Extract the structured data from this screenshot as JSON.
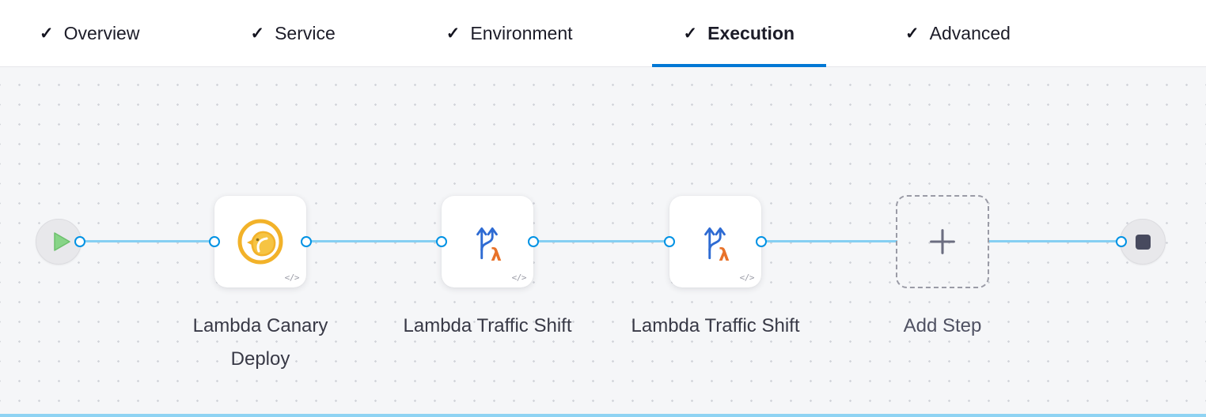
{
  "header": {
    "check_glyph": "✓",
    "tabs": [
      {
        "label": "Overview",
        "state": "completed"
      },
      {
        "label": "Service",
        "state": "completed"
      },
      {
        "label": "Environment",
        "state": "completed"
      },
      {
        "label": "Execution",
        "state": "active"
      },
      {
        "label": "Advanced",
        "state": "completed"
      }
    ],
    "active_tab": "Execution"
  },
  "pipeline": {
    "start_node": {
      "icon": "play-icon"
    },
    "end_node": {
      "icon": "stop-icon"
    },
    "steps": [
      {
        "label": "Lambda Canary Deploy",
        "icon": "lambda-canary-deploy-icon",
        "badge": "</>"
      },
      {
        "label": "Lambda Traffic Shift",
        "icon": "lambda-traffic-shift-icon",
        "badge": "</>"
      },
      {
        "label": "Lambda Traffic Shift",
        "icon": "lambda-traffic-shift-icon",
        "badge": "</>"
      }
    ],
    "add_step": {
      "label": "Add Step",
      "icon": "plus-icon"
    }
  },
  "colors": {
    "active_tab_underline": "#0278d5",
    "tab_text": "#1c1c28",
    "connector": "#85cff2",
    "port_ring": "#0092e4",
    "canvas_bg": "#f5f6f8",
    "canary_yellow": "#f2b229",
    "traffic_blue": "#2e6bd3",
    "lambda_orange": "#e8722a",
    "play_green": "#87d487",
    "stop_gray": "#474a5e",
    "label_text": "#383946"
  }
}
